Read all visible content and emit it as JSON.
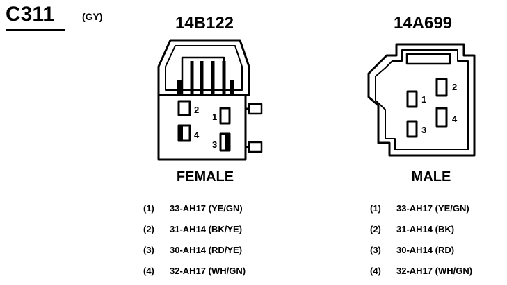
{
  "connector": {
    "id": "C311",
    "color_code": "(GY)"
  },
  "left": {
    "part_number": "14B122",
    "gender": "FEMALE",
    "pin_labels": [
      "2",
      "1",
      "4",
      "3"
    ],
    "pins": [
      {
        "num": "(1)",
        "desc": "33-AH17 (YE/GN)"
      },
      {
        "num": "(2)",
        "desc": "31-AH14 (BK/YE)"
      },
      {
        "num": "(3)",
        "desc": "30-AH14 (RD/YE)"
      },
      {
        "num": "(4)",
        "desc": "32-AH17 (WH/GN)"
      }
    ]
  },
  "right": {
    "part_number": "14A699",
    "gender": "MALE",
    "pin_labels": [
      "1",
      "2",
      "3",
      "4"
    ],
    "pins": [
      {
        "num": "(1)",
        "desc": "33-AH17 (YE/GN)"
      },
      {
        "num": "(2)",
        "desc": "31-AH14 (BK)"
      },
      {
        "num": "(3)",
        "desc": "30-AH14 (RD)"
      },
      {
        "num": "(4)",
        "desc": "32-AH17 (WH/GN)"
      }
    ]
  }
}
